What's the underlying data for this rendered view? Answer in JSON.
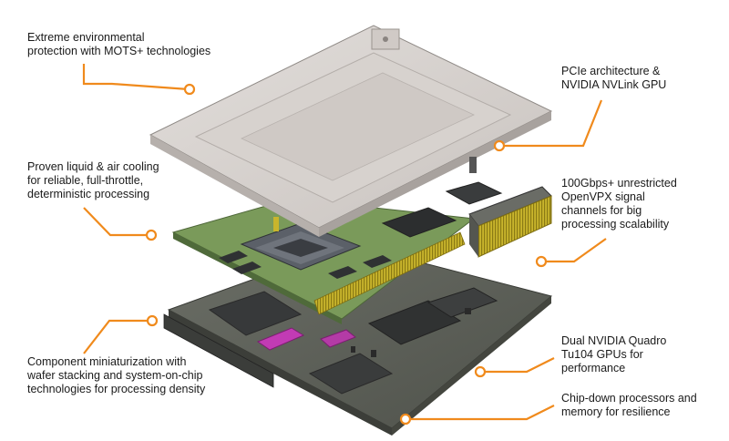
{
  "accent_color": "#f08a1c",
  "callouts": [
    {
      "text": "Extreme environmental\nprotection with MOTS+ technologies"
    },
    {
      "text": "PCIe architecture &\nNVIDIA NVLink GPU"
    },
    {
      "text": "Proven liquid & air cooling\nfor reliable, full-throttle,\ndeterministic processing"
    },
    {
      "text": "100Gbps+ unrestricted\nOpenVPX signal\nchannels for big\nprocessing scalability"
    },
    {
      "text": "Component miniaturization with\nwafer stacking and system-on-chip\ntechnologies for processing density"
    },
    {
      "text": "Dual NVIDIA Quadro\nTu104 GPUs for\nperformance"
    },
    {
      "text": "Chip-down processors and\nmemory for resilience"
    }
  ]
}
